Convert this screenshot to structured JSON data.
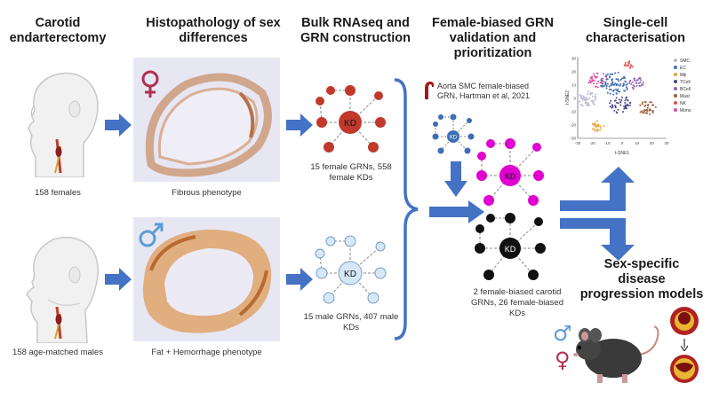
{
  "headers": {
    "col1": "Carotid endarterectomy",
    "col2": "Histopathology of sex differences",
    "col3": "Bulk RNAseq and GRN construction",
    "col4": "Female-biased GRN validation and prioritization",
    "col5": "Single-cell characterisation",
    "models": "Sex-specific disease progression models"
  },
  "captions": {
    "females": "158 females",
    "males": "158 age-matched males",
    "fibrous": "Fibrous phenotype",
    "fat": "Fat + Hemorrhage phenotype",
    "female_grn": "15 female GRNs, 558 female KDs",
    "male_grn": "15 male GRNs, 407 male KDs",
    "aorta": "Aorta SMC female-biased GRN, Hartman et al, 2021",
    "carotid": "2 female-biased carotid GRNs, 26 female-biased KDs"
  },
  "kd_label": "KD",
  "symbols": {
    "female": "♀",
    "male": "♂"
  },
  "tsne": {
    "xlabel": "t-SNE1",
    "ylabel": "t-SNE2",
    "xticks": [
      "-30",
      "-20",
      "-10",
      "0",
      "10",
      "20",
      "30"
    ],
    "yticks": [
      "30",
      "20",
      "10",
      "0",
      "-10",
      "-20",
      "-30"
    ],
    "legend": [
      "SMC",
      "EC",
      "Mϕ",
      "TCell",
      "BCell",
      "Mast",
      "NK",
      "Mono"
    ],
    "colors": [
      "#b8b8d8",
      "#3c6fb5",
      "#e8a13a",
      "#4a4a8a",
      "#8e5fb0",
      "#9b5b3a",
      "#d9534f",
      "#d94fa0"
    ]
  },
  "colors": {
    "arrow": "#4472c4",
    "female_node": "#c0392b",
    "male_node": "#d6e8f7",
    "magenta_node": "#e000d0",
    "black_node": "#111111",
    "aorta_node": "#3c6fb5",
    "female_symbol": "#b03050",
    "male_symbol": "#5b9bd5"
  }
}
